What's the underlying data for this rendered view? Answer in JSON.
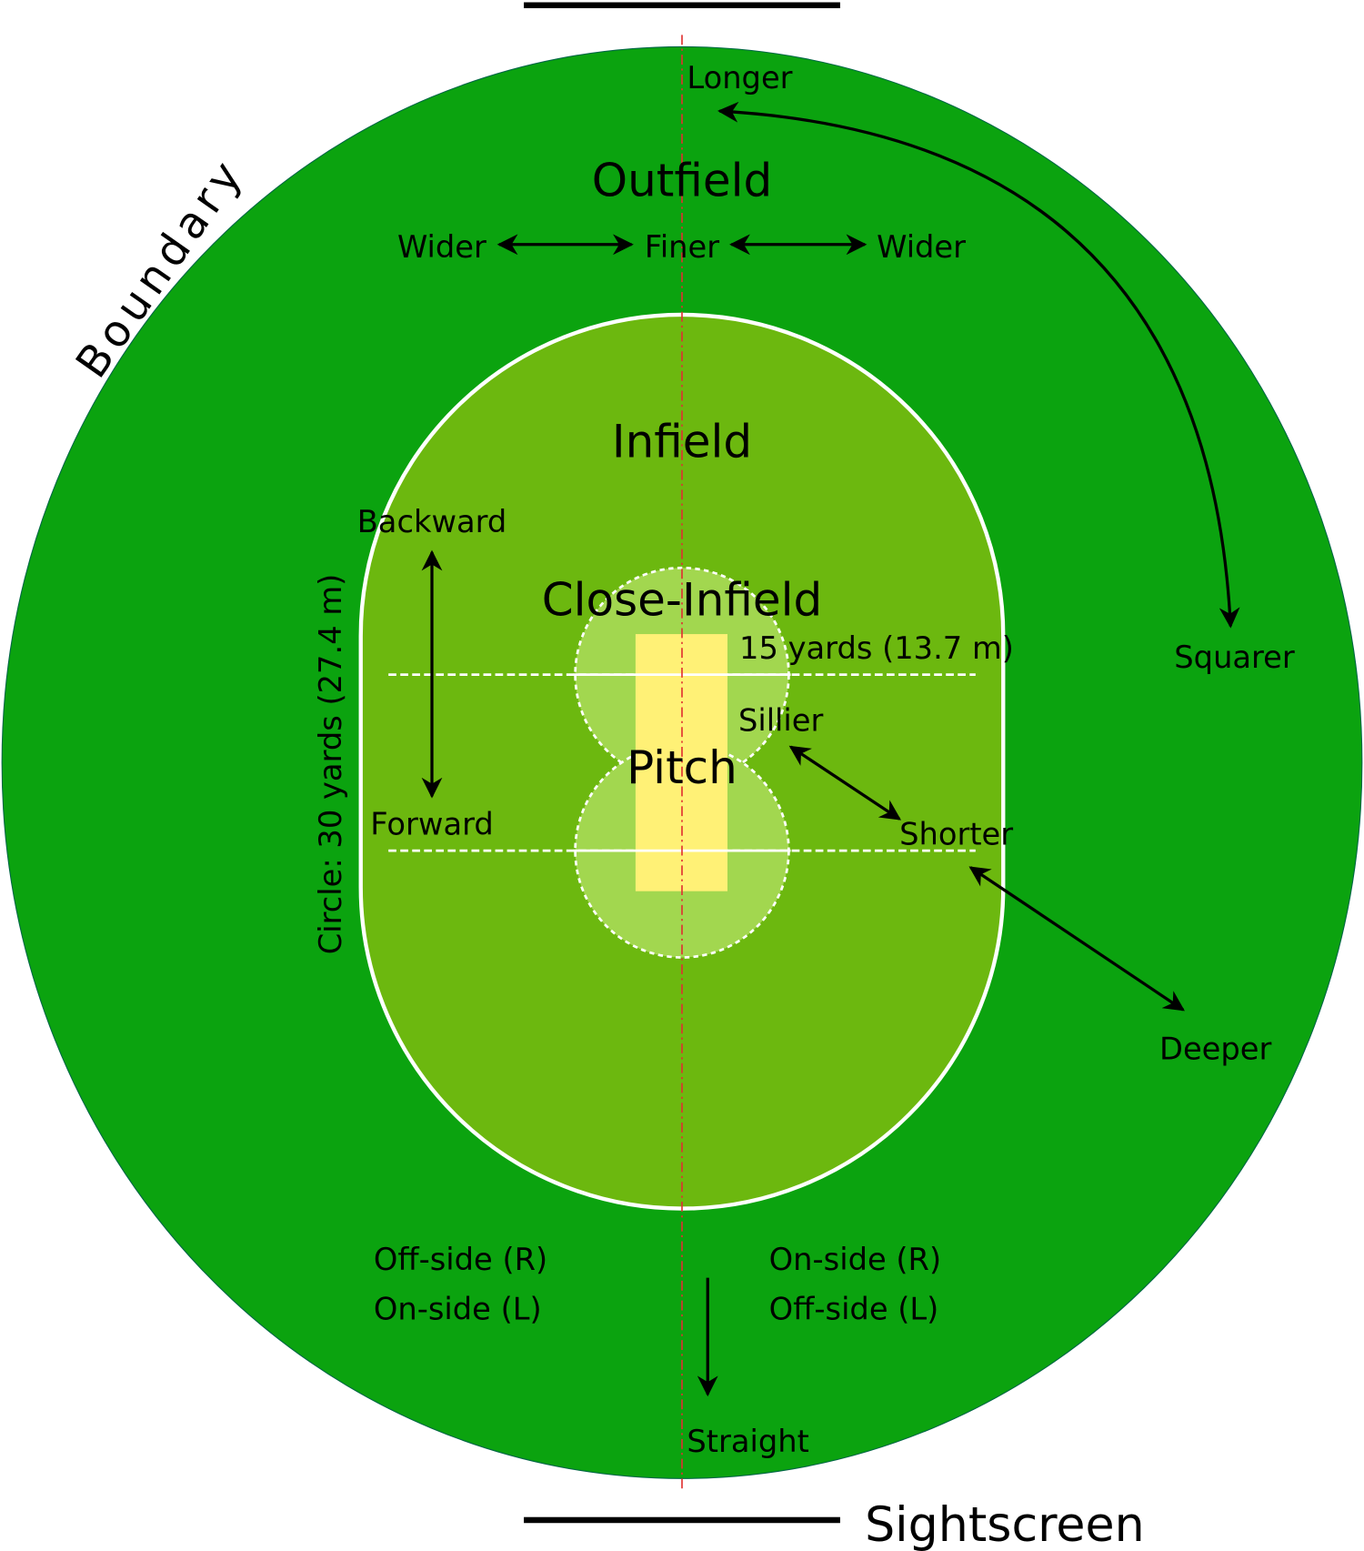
{
  "colors": {
    "outfield": "#0ba30f",
    "infield": "#6cb80f",
    "close_infield": "#a2d74f",
    "pitch": "#fff176",
    "center_line": "#e03030"
  },
  "labels": {
    "boundary": "Boundary",
    "outfield": "Outfield",
    "infield": "Infield",
    "close_infield": "Close-Infield",
    "pitch": "Pitch",
    "sightscreen": "Sightscreen",
    "longer": "Longer",
    "squarer": "Squarer",
    "wider_left": "Wider",
    "finer": "Finer",
    "wider_right": "Wider",
    "backward": "Backward",
    "forward": "Forward",
    "circle_radius": "Circle: 30 yards (27.4 m)",
    "close_radius": "15 yards (13.7 m)",
    "sillier": "Sillier",
    "shorter": "Shorter",
    "deeper": "Deeper",
    "straight": "Straight",
    "left_side_1": "Off-side (R)",
    "left_side_2": "On-side (L)",
    "right_side_1": "On-side (R)",
    "right_side_2": "Off-side (L)"
  }
}
